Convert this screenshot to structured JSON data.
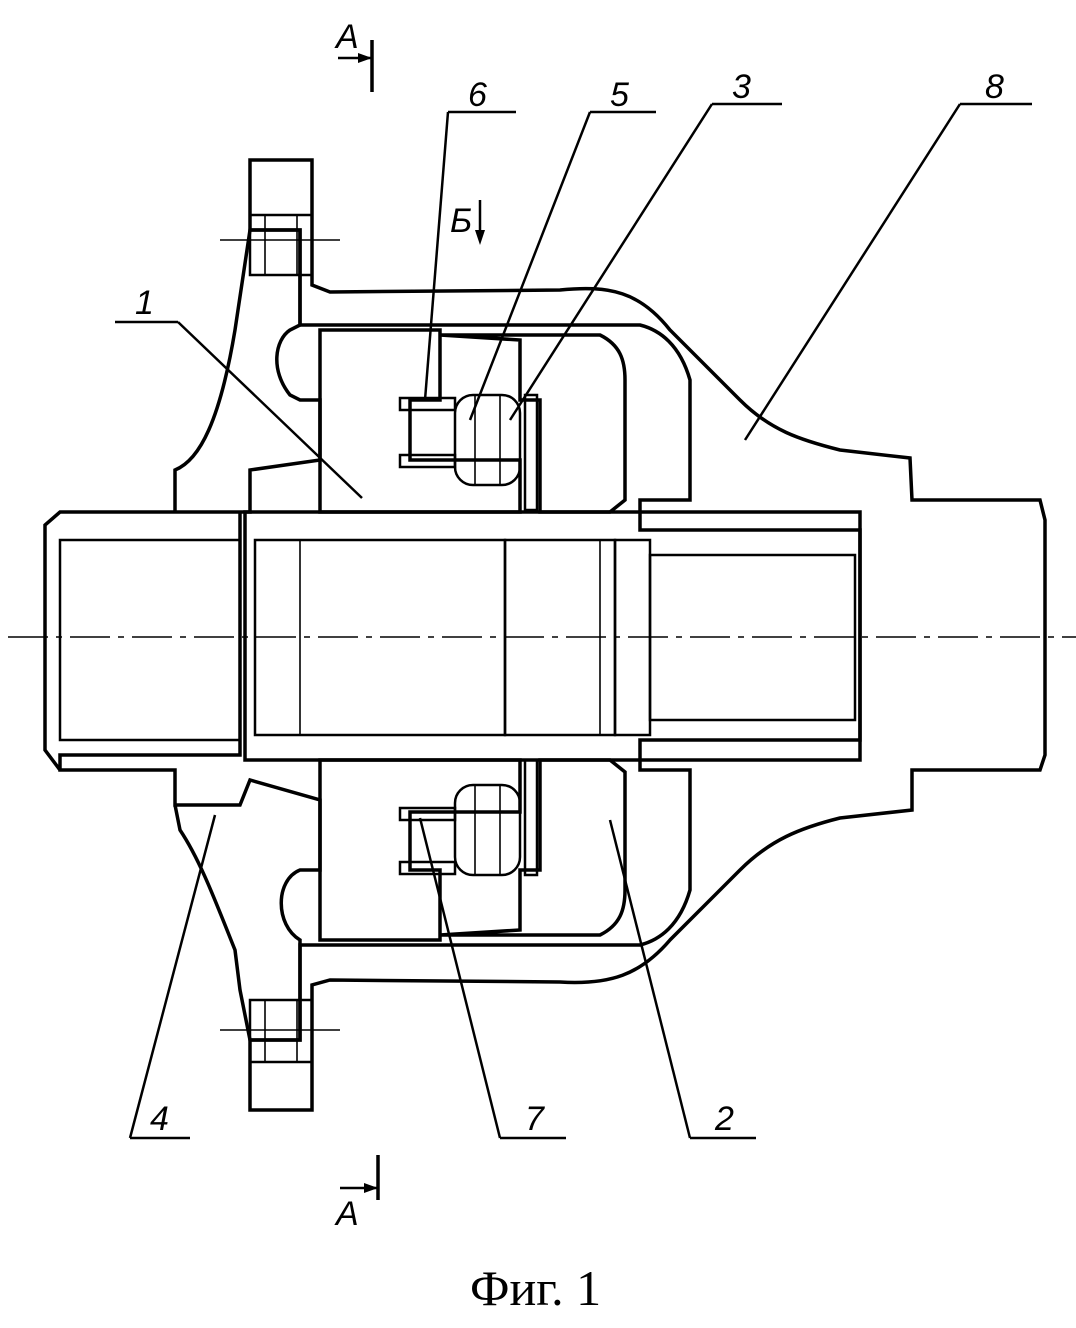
{
  "figure": {
    "caption": "Фиг. 1",
    "section_marks": {
      "a_top": "А",
      "b_top": "Б",
      "a_bottom": "А"
    },
    "callouts": [
      {
        "id": "1",
        "label": "1"
      },
      {
        "id": "2",
        "label": "2"
      },
      {
        "id": "3",
        "label": "3"
      },
      {
        "id": "4",
        "label": "4"
      },
      {
        "id": "5",
        "label": "5"
      },
      {
        "id": "6",
        "label": "6"
      },
      {
        "id": "7",
        "label": "7"
      },
      {
        "id": "8",
        "label": "8"
      }
    ]
  },
  "colors": {
    "ink": "#000000",
    "paper": "#ffffff"
  }
}
